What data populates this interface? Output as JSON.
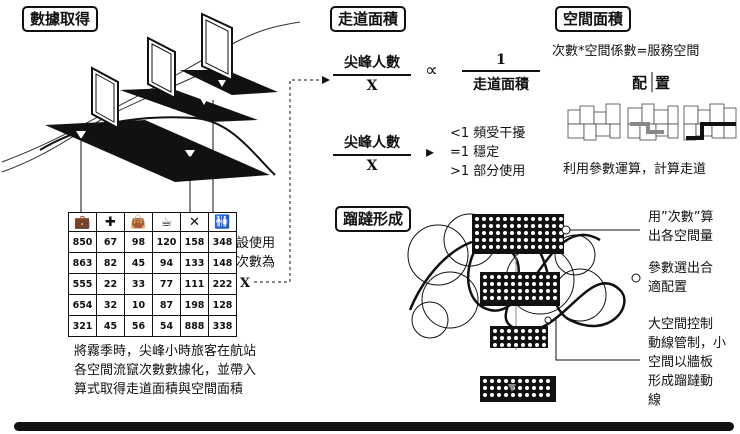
{
  "left": {
    "header": "數據取得",
    "table": {
      "icons": [
        "briefcase-icon",
        "cross-icon",
        "bag-icon",
        "cup-icon",
        "cutlery-icon",
        "restroom-icon"
      ],
      "icon_glyphs": [
        "💼",
        "✚",
        "👜",
        "☕",
        "✕",
        "🚻"
      ],
      "rows": [
        [
          "850",
          "67",
          "98",
          "120",
          "158",
          "348"
        ],
        [
          "863",
          "82",
          "45",
          "94",
          "133",
          "148"
        ],
        [
          "555",
          "22",
          "33",
          "77",
          "111",
          "222"
        ],
        [
          "654",
          "32",
          "10",
          "87",
          "198",
          "128"
        ],
        [
          "321",
          "45",
          "56",
          "54",
          "888",
          "338"
        ]
      ]
    },
    "set_label_1": "設使用",
    "set_label_2": "次數為",
    "x_var": "X",
    "caption_lines": [
      "將霧季時，尖峰小時旅客在航站",
      "各空間流竄次數數據化，並帶入",
      "算式取得走道面積與空間面積"
    ]
  },
  "middle": {
    "header": "走道面積",
    "frac1_num": "尖峰人數",
    "frac1_den": "X",
    "propto": "∝",
    "frac2_num": "1",
    "frac2_den": "走道面積",
    "frac3_num": "尖峰人數",
    "frac3_den": "X",
    "arrow": "▸",
    "conditions": [
      "<1 頻受干擾",
      "=1 穩定",
      ">1 部分使用"
    ]
  },
  "right": {
    "header": "空間面積",
    "formula": "次數*空間係數=服務空間",
    "config_a": "配",
    "config_b": "置",
    "caption": "利用參數運算，計算走道"
  },
  "bottom": {
    "header": "蹓躂形成",
    "note1_lines": [
      "用”次數”算",
      "出各空間量"
    ],
    "note2_lines": [
      "參數選出合",
      "適配置"
    ],
    "note3_lines": [
      "大空間控制",
      "動線管制，小",
      "空間以牆板",
      "形成蹓躂動",
      "線"
    ]
  }
}
